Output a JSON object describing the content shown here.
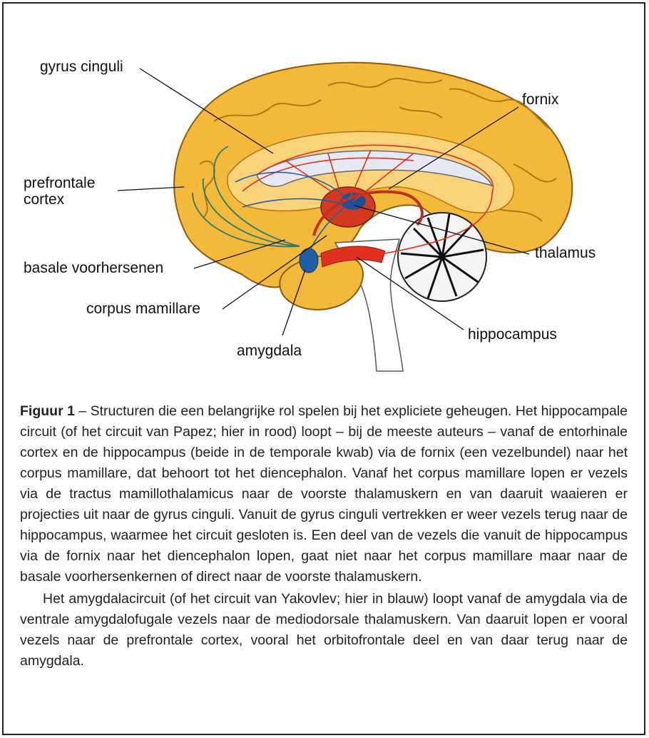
{
  "labels": {
    "gyrus_cinguli": "gyrus cinguli",
    "fornix": "fornix",
    "prefrontale_cortex_1": "prefrontale",
    "prefrontale_cortex_2": "cortex",
    "basale_voorhersenen": "basale voorhersenen",
    "thalamus": "thalamus",
    "corpus_mamillare": "corpus mamillare",
    "hippocampus": "hippocampus",
    "amygdala": "amygdala"
  },
  "caption": {
    "figure_label": "Figuur 1",
    "paragraph1": " – Structuren die een belangrijke rol spelen bij het expliciete geheugen. Het hippocampale circuit (of het circuit van Papez; hier in rood) loopt – bij de meeste auteurs – vanaf de entorhinale cortex en de hippocampus (beide in de temporale kwab) via de fornix (een vezelbundel) naar het corpus mamillare, dat behoort tot het diencephalon. Vanaf het corpus mamillare lopen er vezels via de tractus mamillothalamicus naar de voorste thalamuskern en van daaruit waaieren er projecties uit naar de gyrus cinguli. Vanuit de gyrus cinguli vertrekken er weer vezels terug naar de hippocampus, waarmee het circuit gesloten is. Een deel van de vezels die vanuit de hippocampus via de fornix naar het diencephalon lopen, gaat niet naar het corpus mamillare maar naar de basale voorhersenkernen of direct naar de voorste thalamuskern.",
    "paragraph2": "Het amygdalacircuit (of het circuit van Yakovlev; hier in blauw) loopt vanaf de amygdala via de ventrale amygdalofugale vezels naar de mediodorsale thalamuskern. Van daaruit lopen er vooral vezels naar de prefrontale cortex, vooral het orbitofrontale deel en van daar terug naar de amygdala."
  },
  "colors": {
    "cortex": "#f2b93a",
    "red_circuit": "#e0301e",
    "blue_circuit": "#1f5fa8",
    "green_fibers": "#2a7a6e"
  }
}
